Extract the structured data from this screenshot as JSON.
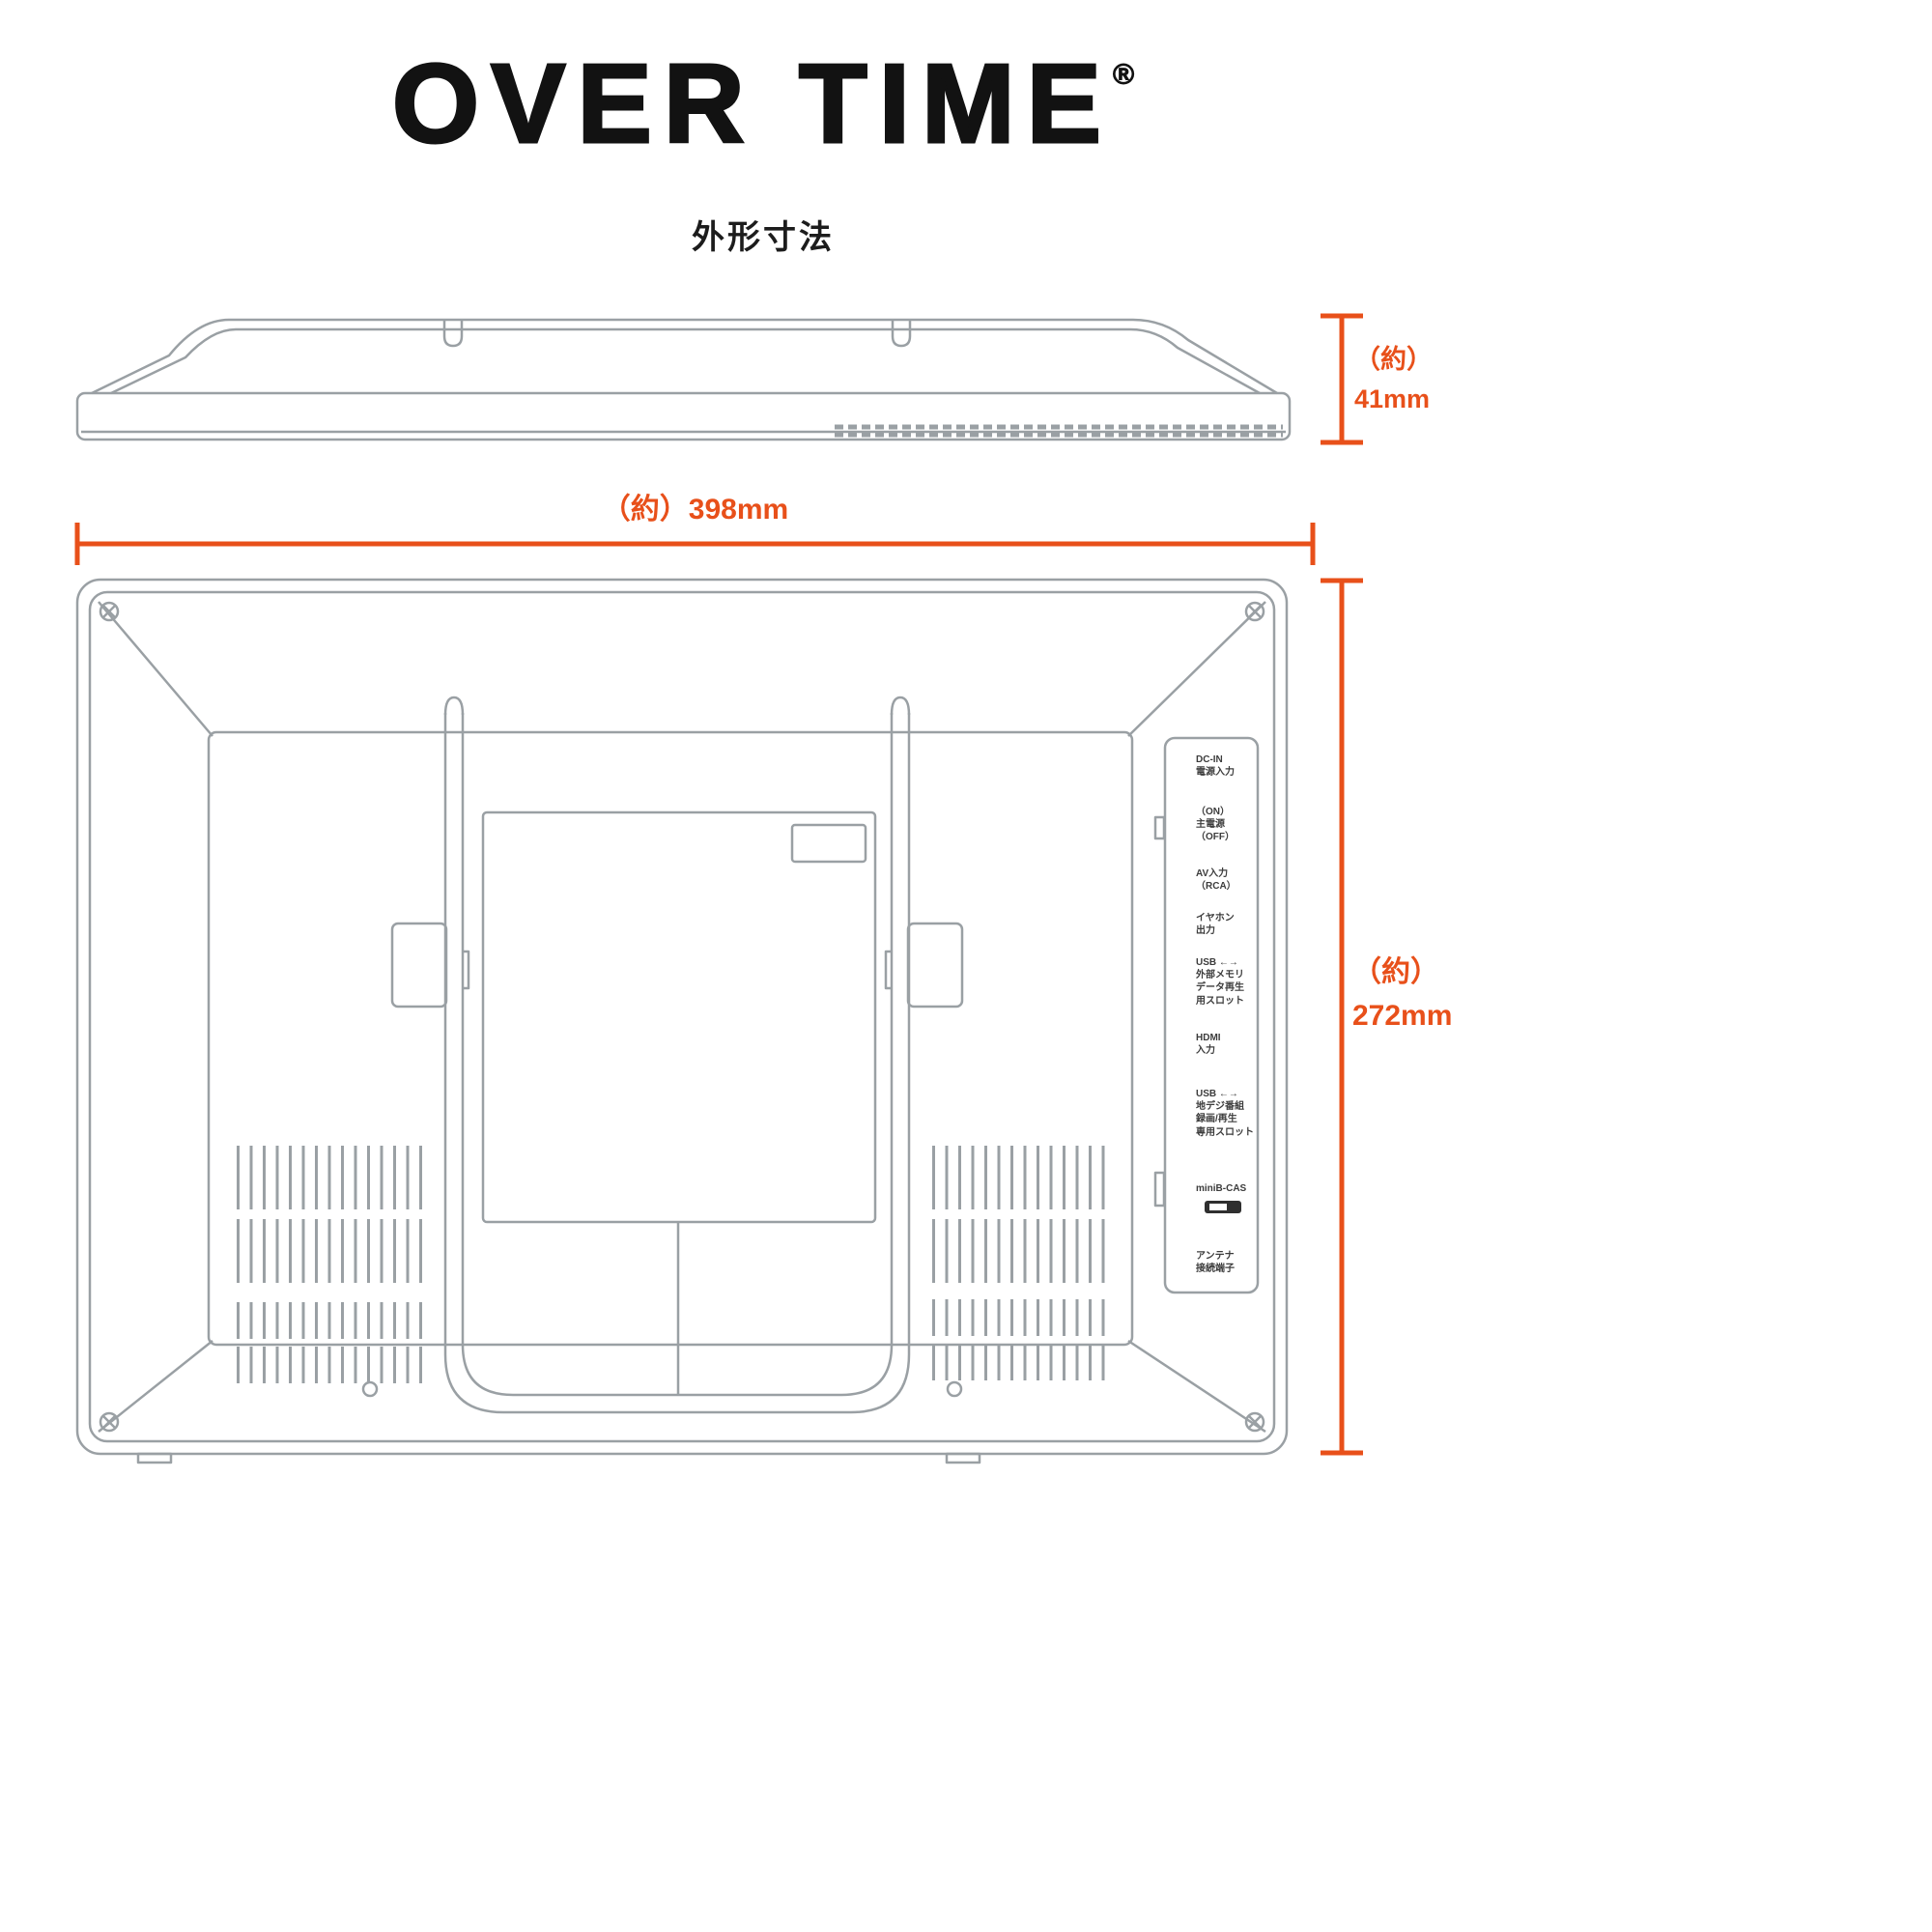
{
  "brand": {
    "name": "OVER TIME",
    "mark": "®"
  },
  "subtitle": "外形寸法",
  "dimensions": {
    "thickness": {
      "prefix": "（約）",
      "value": "41mm"
    },
    "width": {
      "label": "（約）398mm"
    },
    "height": {
      "prefix": "（約）",
      "value": "272mm"
    }
  },
  "ports": [
    {
      "label": "DC-IN\n電源入力"
    },
    {
      "label": "（ON）\n主電源\n（OFF）"
    },
    {
      "label": "AV入力\n（RCA）"
    },
    {
      "label": "イヤホン\n出力"
    },
    {
      "label": "USB ←→\n外部メモリ\nデータ再生\n用スロット"
    },
    {
      "label": "HDMI\n入力"
    },
    {
      "label": "USB ←→\n地デジ番組\n録画/再生\n専用スロット"
    },
    {
      "label": "miniB-CAS"
    },
    {
      "label": "アンテナ\n接続端子"
    }
  ],
  "colors": {
    "accent": "#E8501A",
    "line": "#9AA0A4",
    "text": "#121212"
  }
}
